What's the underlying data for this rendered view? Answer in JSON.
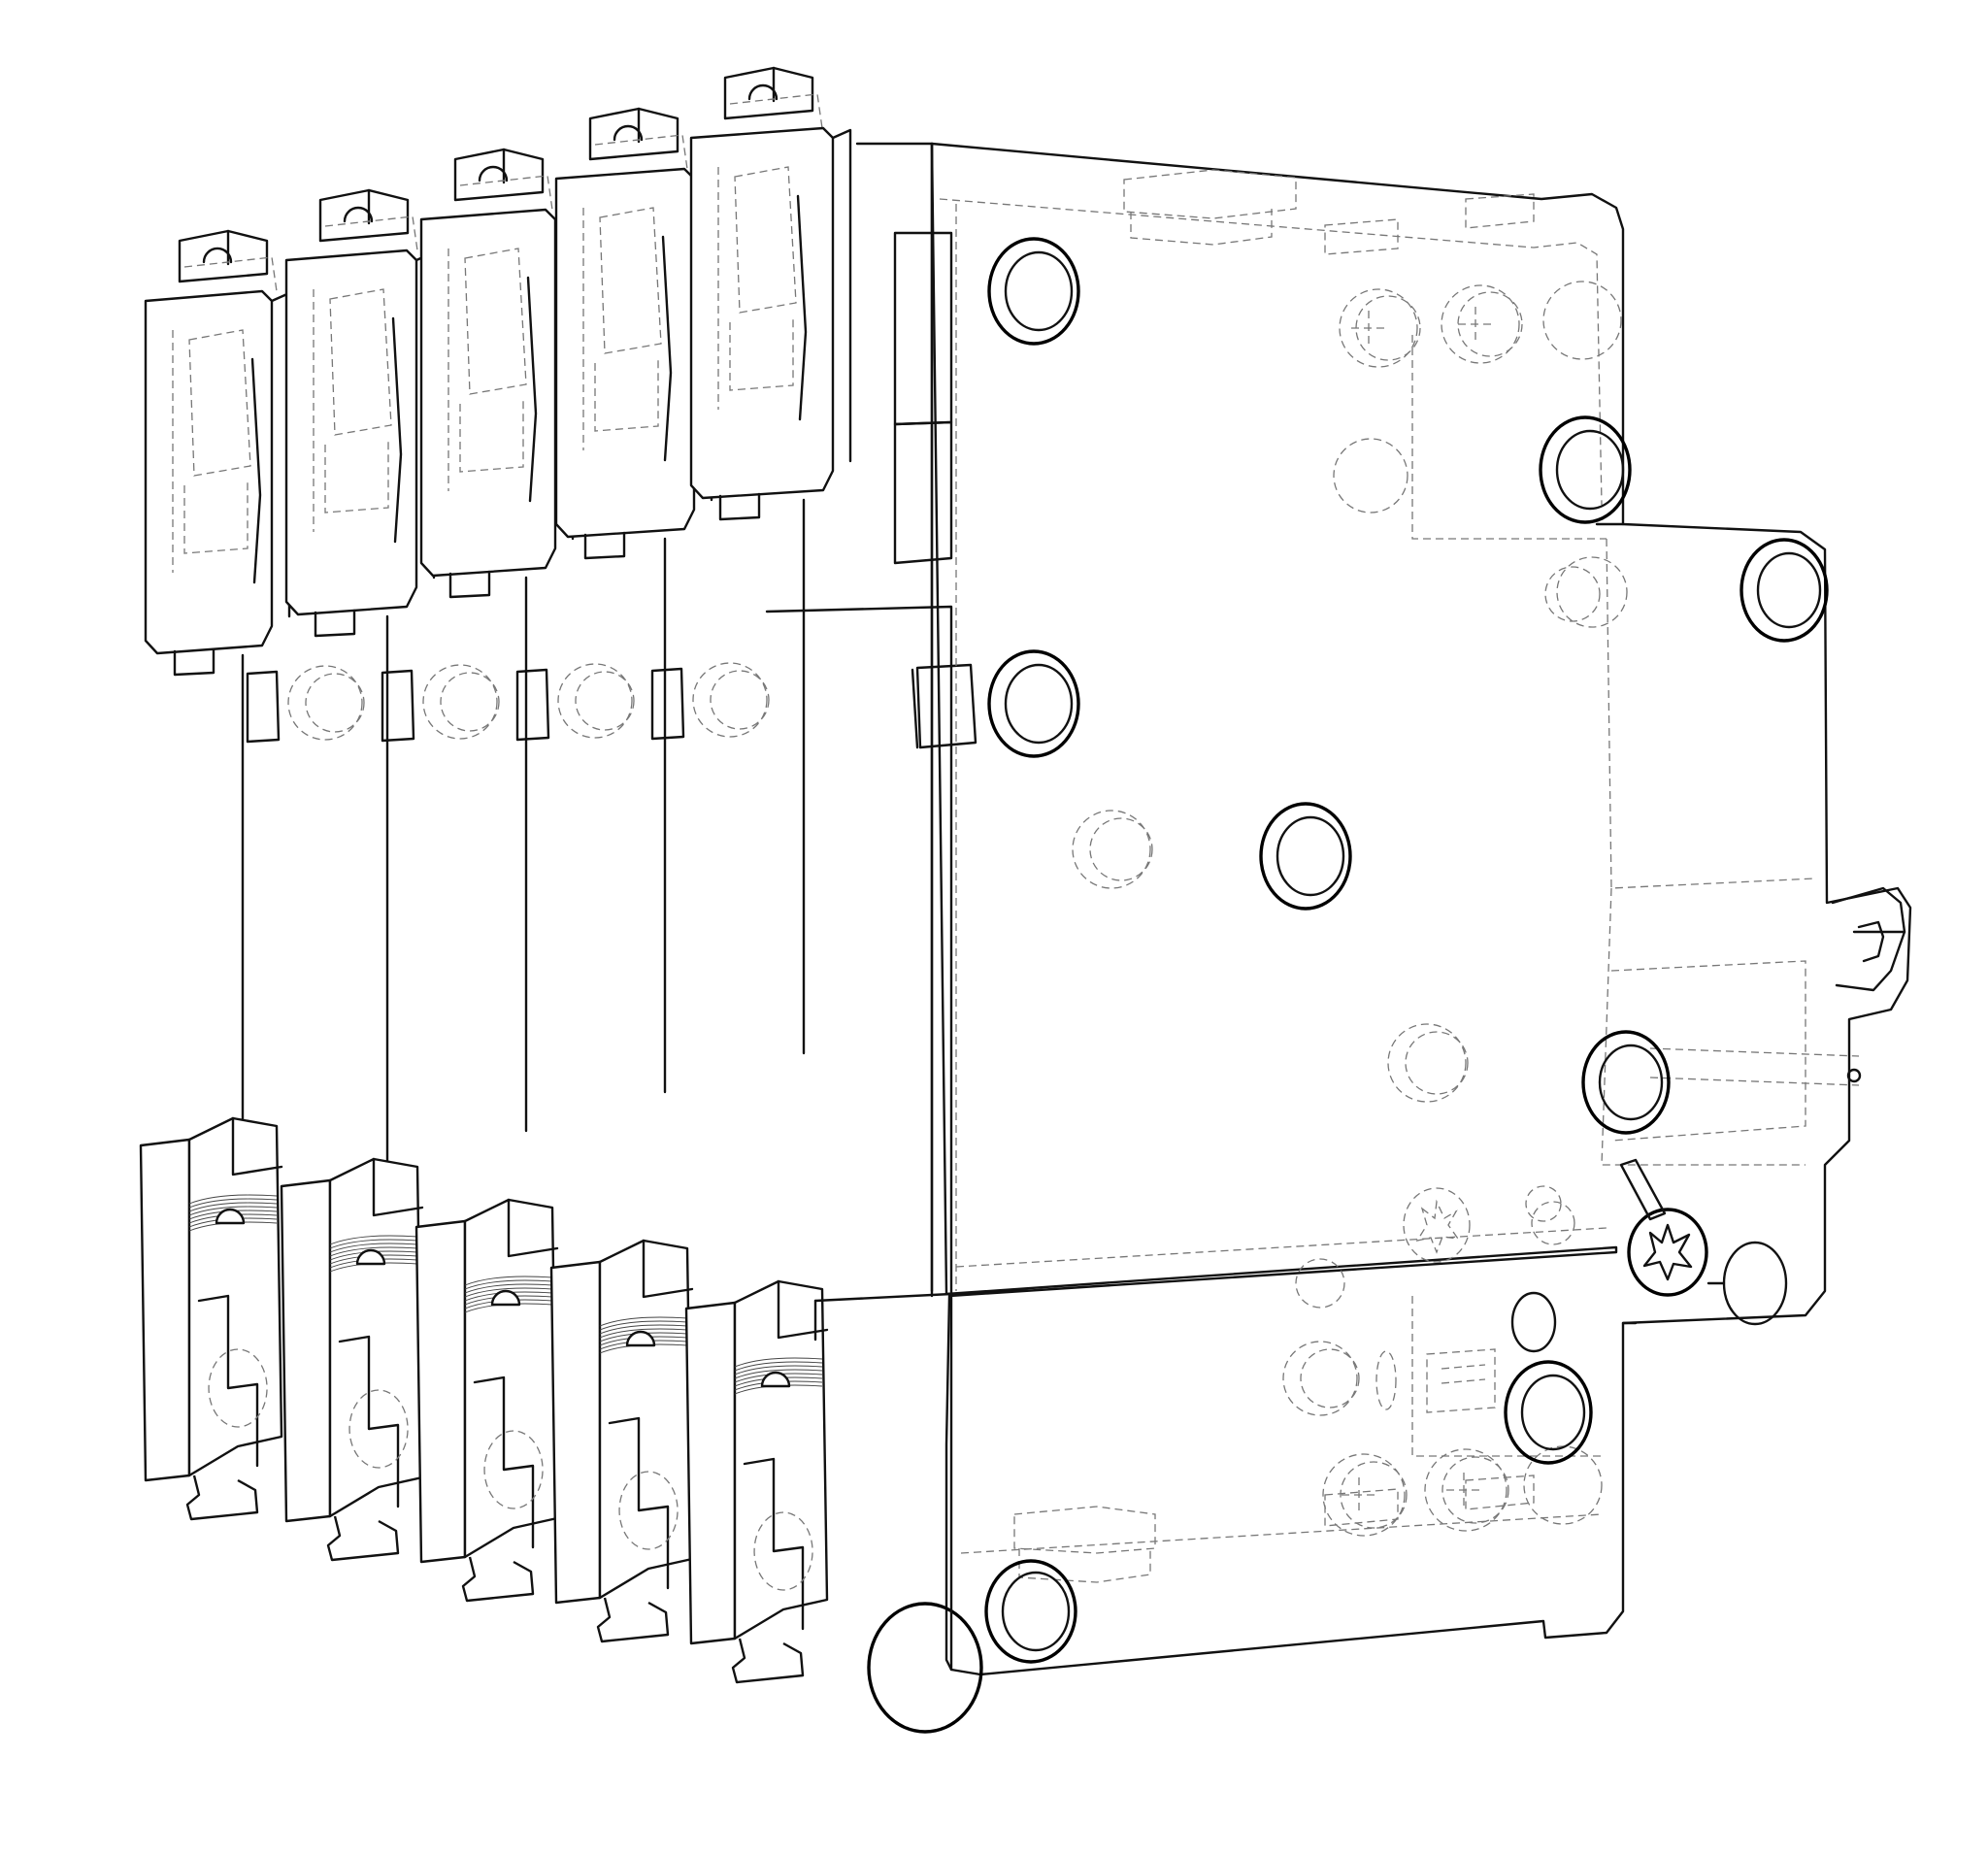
{
  "figure": {
    "kind": "technical-line-drawing",
    "subject": "modular-switch-assembly",
    "stroke_color": "#111111",
    "hidden_line_color": "#777777",
    "background": "#ffffff",
    "module_count": 5,
    "visible_text": []
  },
  "icons": {
    "mounting_hole": "hole-icon",
    "screw": "screw-icon",
    "toggle": "toggle-icon",
    "terminal": "terminal-icon"
  }
}
